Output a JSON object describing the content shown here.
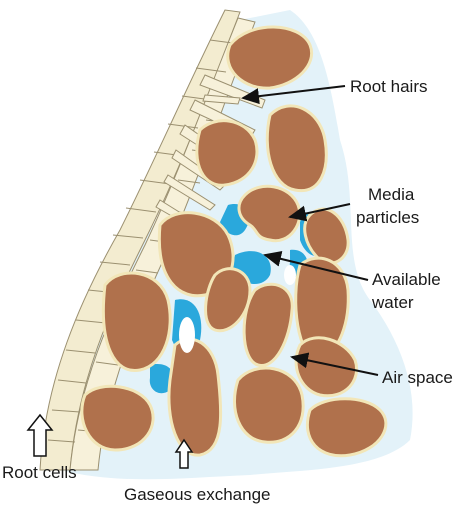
{
  "labels": {
    "root_hairs": "Root hairs",
    "media_particles_1": "Media",
    "media_particles_2": "particles",
    "available_water_1": "Available",
    "available_water_2": "water",
    "air_space": "Air space",
    "root_cells": "Root cells",
    "gaseous_exchange": "Gaseous exchange"
  },
  "colors": {
    "particle_fill": "#b0714c",
    "particle_edge": "#f2e6b8",
    "water": "#2aa8dc",
    "water_film": "#cfe9f5",
    "root_cell": "#f3ecd0",
    "root_cell_edge": "#9b9070"
  }
}
